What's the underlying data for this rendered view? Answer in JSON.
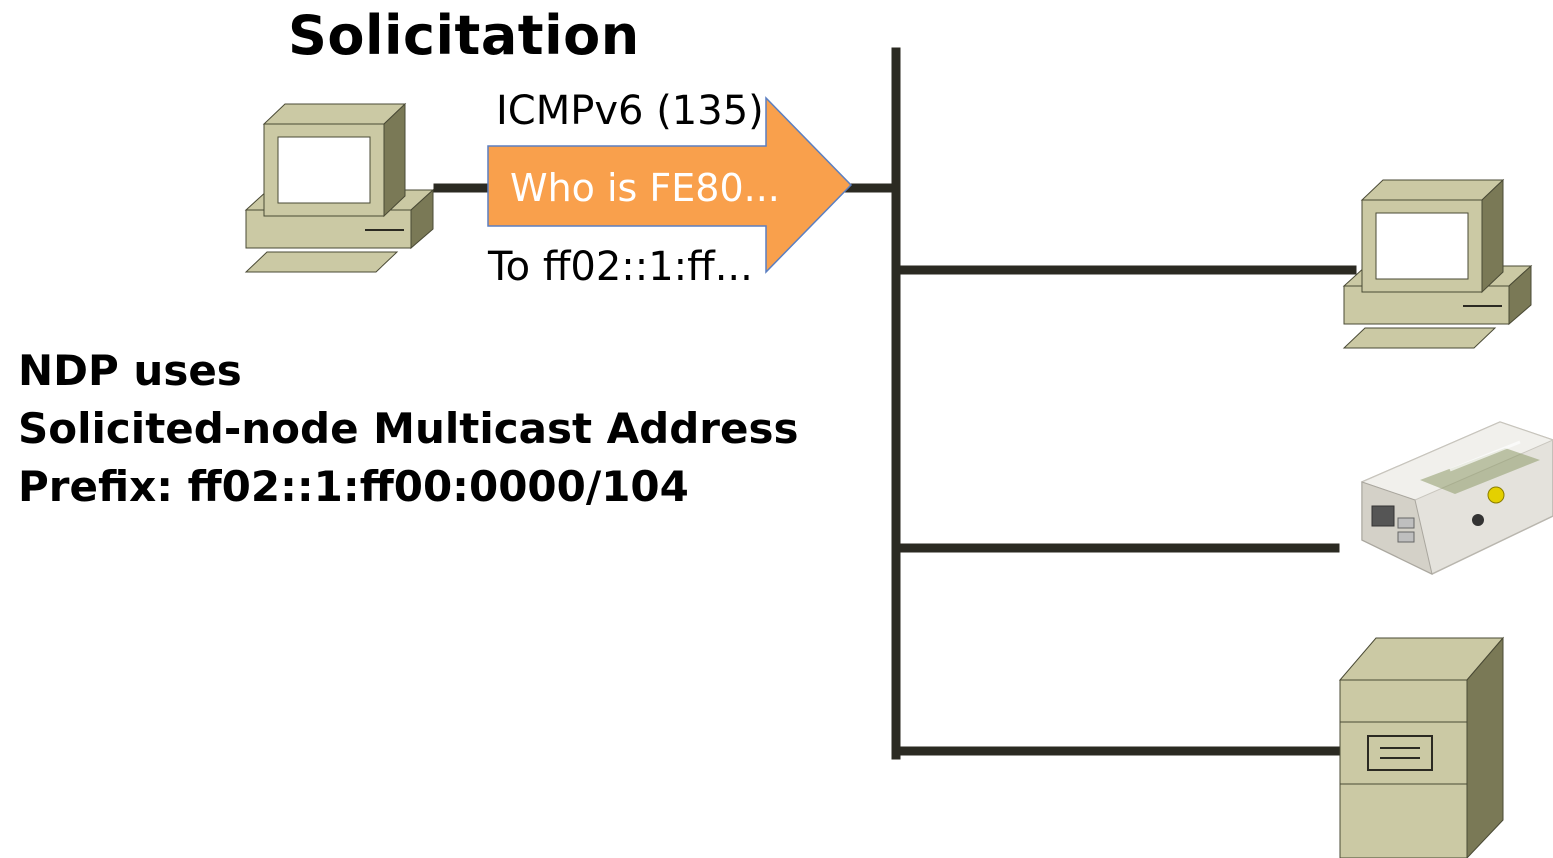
{
  "title": "Solicitation",
  "message": {
    "protocol_label": "ICMPv6 (135)",
    "arrow_text": "Who is FE80...",
    "destination_label": "To ff02::1:ff..."
  },
  "note": {
    "line1": "NDP uses",
    "line2": "Solicited-node Multicast Address",
    "line3": "Prefix: ff02::1:ff00:0000/104"
  },
  "colors": {
    "arrow_fill": "#F9A04C",
    "arrow_stroke": "#5B7FC1",
    "bus_line": "#2B2A22",
    "device_light": "#CBC9A4",
    "device_mid": "#9E9D7C",
    "device_dark": "#7A7956",
    "screen": "#FFFFFF"
  },
  "icons": {
    "sender": "desktop-computer-icon",
    "receiver1": "desktop-computer-icon",
    "receiver2": "raspberry-pi-icon",
    "receiver3": "server-tower-icon"
  }
}
